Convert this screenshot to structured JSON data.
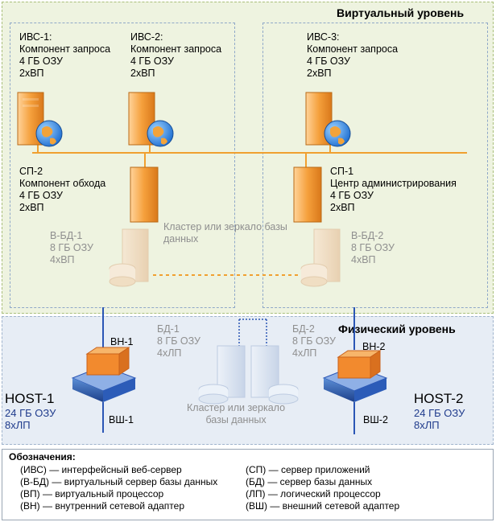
{
  "zones": {
    "virtual_title": "Виртуальный уровень",
    "physical_title": "Физический уровень"
  },
  "servers": {
    "ivs1": [
      "ИВС-1:",
      "Компонент запроса",
      "4 ГБ ОЗУ",
      "2xВП"
    ],
    "ivs2": [
      "ИВС-2:",
      "Компонент запроса",
      "4 ГБ ОЗУ",
      "2xВП"
    ],
    "ivs3": [
      "ИВС-3:",
      "Компонент запроса",
      "4 ГБ ОЗУ",
      "2xВП"
    ],
    "sp2": [
      "СП-2",
      "Компонент обхода",
      "4 ГБ ОЗУ",
      "2xВП"
    ],
    "sp1": [
      "СП-1",
      "Центр администрирования",
      "4 ГБ ОЗУ",
      "2xВП"
    ],
    "vbd1": [
      "В-БД-1",
      "8 ГБ ОЗУ",
      "4xВП"
    ],
    "vbd2": [
      "В-БД-2",
      "8 ГБ ОЗУ",
      "4xВП"
    ],
    "virtual_cluster": [
      "Кластер или зеркало базы",
      "данных"
    ]
  },
  "physical": {
    "bd1": [
      "БД-1",
      "8 ГБ ОЗУ",
      "4xЛП"
    ],
    "bd2": [
      "БД-2",
      "8 ГБ ОЗУ",
      "4xЛП"
    ],
    "cluster": [
      "Кластер или зеркало",
      "базы данных"
    ],
    "vn1": "ВН-1",
    "vsh1": "ВШ-1",
    "vn2": "ВН-2",
    "vsh2": "ВШ-2",
    "host1": {
      "name": "HOST-1",
      "ram": "24 ГБ ОЗУ",
      "cpu": "8xЛП"
    },
    "host2": {
      "name": "HOST-2",
      "ram": "24 ГБ ОЗУ",
      "cpu": "8xЛП"
    }
  },
  "legend": {
    "title": "Обозначения:",
    "left": [
      "(ИВС) — интерфейсный веб-сервер",
      "(В-БД) — виртуальный сервер базы данных",
      "(ВП) — виртуальный процессор",
      "(ВН) — внутренний сетевой адаптер"
    ],
    "right": [
      "(СП) — сервер приложений",
      "(БД) — сервер базы данных",
      "(ЛП) — логический процессор",
      "(ВШ) — внешний сетевой адаптер"
    ]
  },
  "colors": {
    "virtual_bg": "#eef3e0",
    "physical_bg": "#e7edf5",
    "network_line": "#f0a030",
    "server_orange": "#f5a03c",
    "blue_text": "#1f3b8c",
    "grey_text": "#8f8f8f"
  },
  "icons": [
    "server-icon",
    "globe-icon",
    "database-server-icon",
    "host-rack-icon"
  ]
}
